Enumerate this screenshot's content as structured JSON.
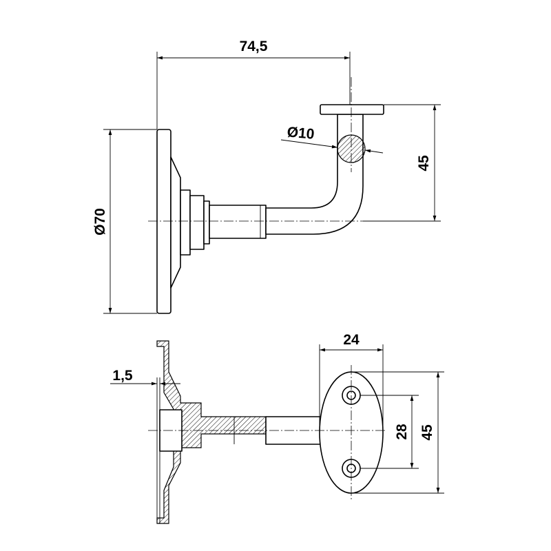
{
  "drawing": {
    "top_view": {
      "overall_length": "74,5",
      "base_diameter": "Ø70",
      "rod_diameter": "Ø10",
      "height": "45"
    },
    "bottom_view": {
      "plate_thickness": "1,5",
      "saddle_width": "24",
      "hole_spacing": "28",
      "saddle_height": "45"
    }
  }
}
